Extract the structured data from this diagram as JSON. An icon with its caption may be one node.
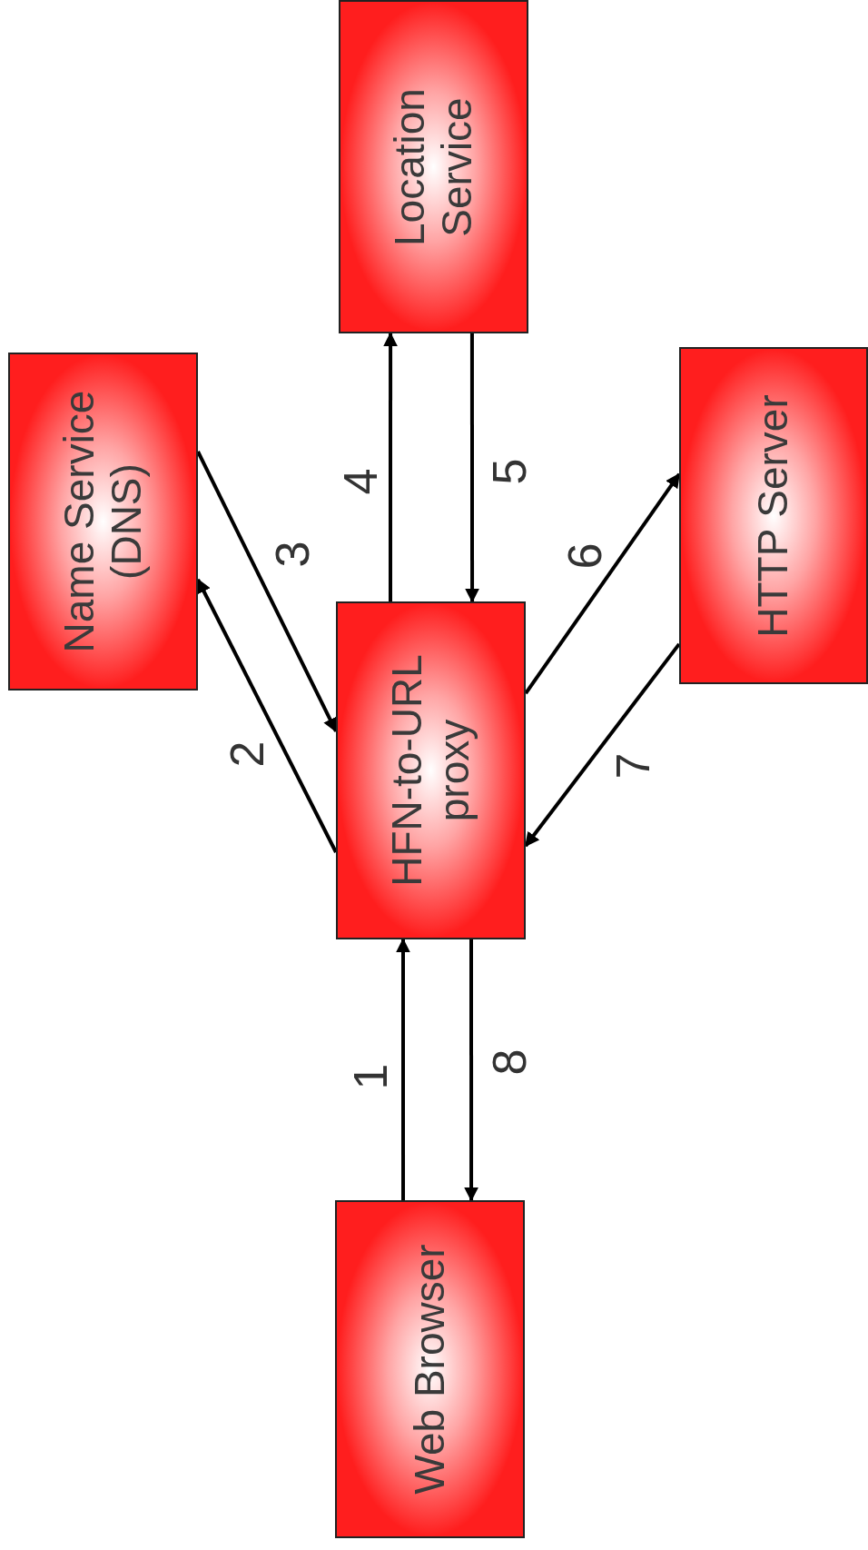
{
  "diagram": {
    "nodes": [
      {
        "text": [
          "Location Service"
        ]
      },
      {
        "text": [
          "Name Service (DNS)"
        ]
      },
      {
        "text": [
          "HTTP Server"
        ]
      },
      {
        "text": [
          "HFN-to-URL proxy"
        ]
      },
      {
        "text": [
          "Web Browser"
        ]
      }
    ],
    "edges": [
      {
        "from": 4,
        "to": 3,
        "arrow": "to",
        "label": "1"
      },
      {
        "from": 3,
        "to": 1,
        "arrow": "to",
        "label": "2"
      },
      {
        "from": 1,
        "to": 3,
        "arrow": "to",
        "label": "3"
      },
      {
        "from": 3,
        "to": 0,
        "arrow": "to",
        "label": "4"
      },
      {
        "from": 0,
        "to": 3,
        "arrow": "to",
        "label": "5"
      },
      {
        "from": 3,
        "to": 2,
        "arrow": "to",
        "label": "6"
      },
      {
        "from": 2,
        "to": 3,
        "arrow": "to",
        "label": "7"
      },
      {
        "from": 3,
        "to": 4,
        "arrow": "to",
        "label": "8"
      }
    ]
  }
}
